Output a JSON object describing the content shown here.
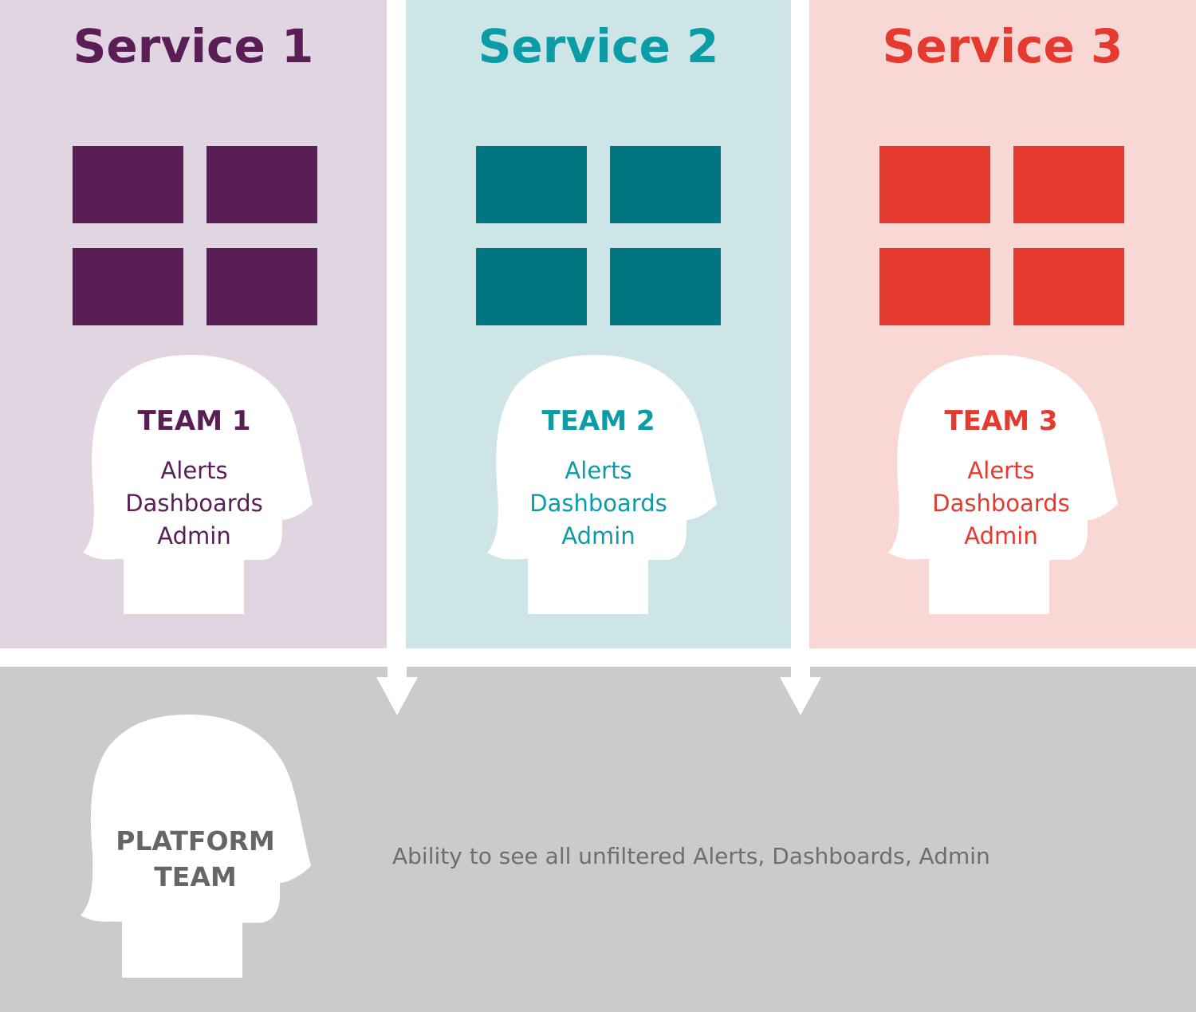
{
  "colors": {
    "service1": {
      "panel": "#e0d5e1",
      "accent": "#5a1e57"
    },
    "service2": {
      "panel": "#cde5e6",
      "accent": "#0b9ca6",
      "block": "#007681"
    },
    "service3": {
      "panel": "#f8d7d4",
      "accent": "#e53a2f"
    },
    "platform": {
      "panel": "#cbcbcb",
      "text": "#666666",
      "desc": "#6e6e6e"
    },
    "head": "#ffffff"
  },
  "services": [
    {
      "title": "Service 1",
      "team": "TEAM 1",
      "items": [
        "Alerts",
        "Dashboards",
        "Admin"
      ]
    },
    {
      "title": "Service 2",
      "team": "TEAM 2",
      "items": [
        "Alerts",
        "Dashboards",
        "Admin"
      ]
    },
    {
      "title": "Service 3",
      "team": "TEAM 3",
      "items": [
        "Alerts",
        "Dashboards",
        "Admin"
      ]
    }
  ],
  "platform": {
    "team_line1": "PLATFORM",
    "team_line2": "TEAM",
    "description": "Ability to see all unfiltered Alerts, Dashboards, Admin"
  }
}
